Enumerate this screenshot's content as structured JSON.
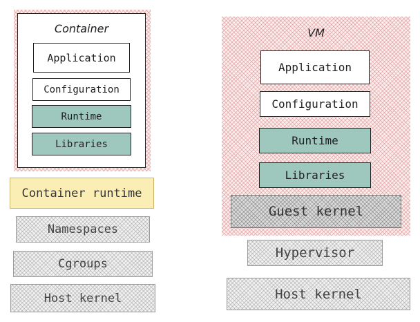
{
  "container_stack": {
    "title": "Container",
    "layers": [
      "Application",
      "Configuration",
      "Runtime",
      "Libraries"
    ],
    "container_runtime": "Container runtime",
    "namespaces": "Namespaces",
    "cgroups": "Cgroups",
    "host_kernel": "Host kernel"
  },
  "vm_stack": {
    "title": "VM",
    "layers": [
      "Application",
      "Configuration",
      "Runtime",
      "Libraries"
    ],
    "guest_kernel": "Guest kernel",
    "hypervisor": "Hypervisor",
    "host_kernel": "Host kernel"
  },
  "colors": {
    "hatch_red": "#d67878",
    "teal": "#9ec7bd",
    "yellow": "#fbeeb4",
    "gray": "#9a9a9a"
  }
}
